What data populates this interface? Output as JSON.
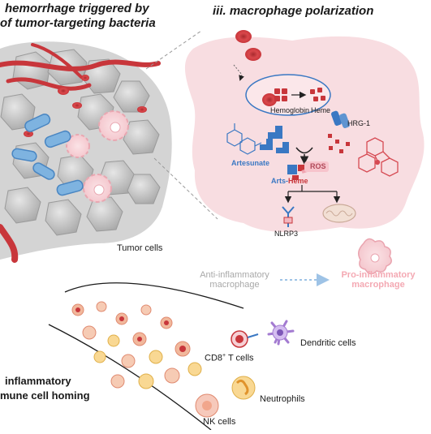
{
  "panel_left": {
    "title_line1": "hemorrhage triggered by",
    "title_line2": "of tumor-targeting bacteria",
    "tumor_label": "Tumor cells"
  },
  "panel_right": {
    "title": "iii.  macrophage polarization",
    "hemoglobin": "Hemoglobin",
    "heme": "Heme",
    "hrg1": "HRG-1",
    "artesunate": "Artesunate",
    "ros": "ROS",
    "arts_prefix": "Arts-",
    "arts_suffix": "Heme",
    "nlrp3": "NLRP3"
  },
  "polarization": {
    "anti_line1": "Anti-inflammatory",
    "anti_line2": "macrophage",
    "pro_line1": "Pro-inflammatory",
    "pro_line2": "macrophage"
  },
  "homing": {
    "title_line1": "inflammatory",
    "title_line2": "mune cell homing",
    "cd8_main": "CD8",
    "cd8_sup": "+",
    "cd8_rest": " T cells",
    "dendritic": "Dendritic cells",
    "neutrophils": "Neutrophils",
    "nk": "NK cells"
  },
  "colors": {
    "blood_red": "#c8363b",
    "macrophage_pink": "#f7d5da",
    "artesunate_blue": "#3a78c3",
    "pro_pink": "#f4a9b3",
    "tumor_grey": "#c9c9c9"
  }
}
